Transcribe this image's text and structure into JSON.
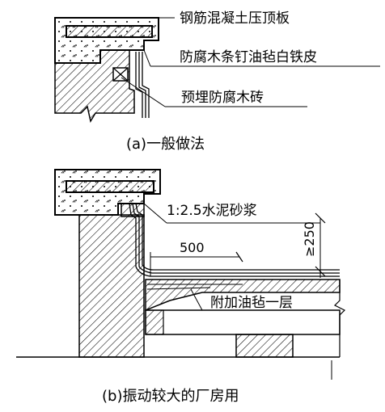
{
  "diagram_a": {
    "label_top": "钢筋混凝土压顶板",
    "label_mid": "防腐木条钉油毡白铁皮",
    "label_bottom": "预埋防腐木砖",
    "caption": "(a)一般做法"
  },
  "diagram_b": {
    "label_mortar": "1:2.5水泥砂浆",
    "dim_500": "500",
    "dim_250": "≥250",
    "label_felt": "附加油毡一层",
    "caption": "(b)振动较大的厂房用"
  }
}
